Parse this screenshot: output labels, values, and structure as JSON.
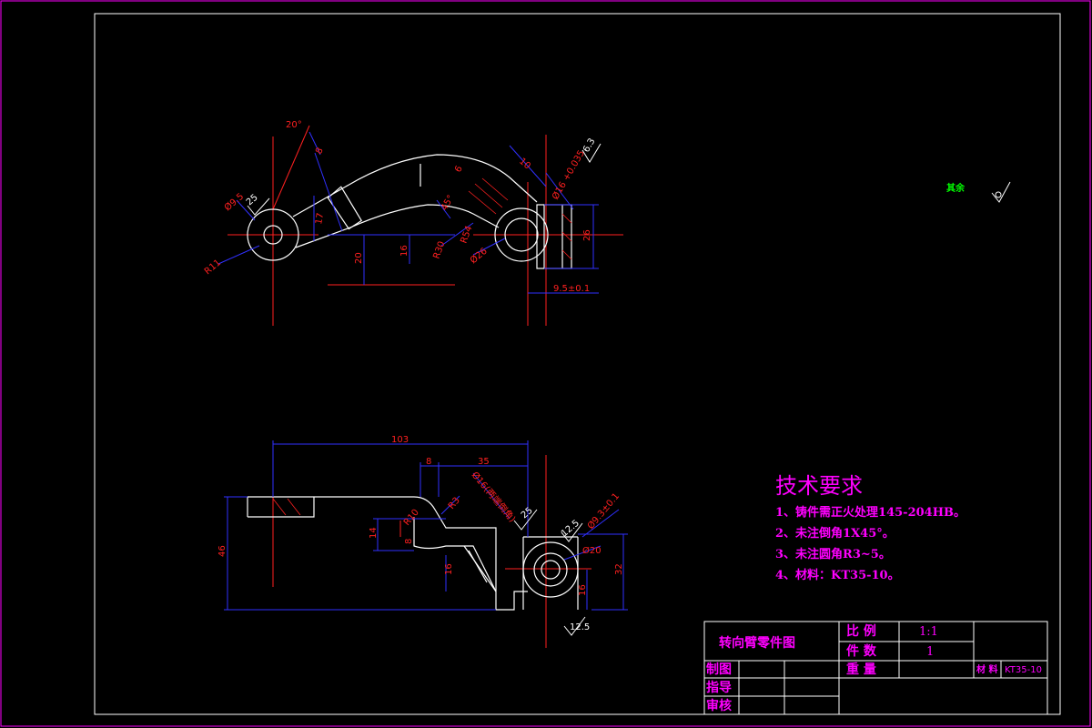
{
  "drawing": {
    "dims_top": {
      "angle_20": "20°",
      "d8": "8",
      "phi9": "Ø9.5",
      "rough_25a": "25",
      "d17": "17",
      "r11": "R11",
      "d20": "20",
      "d16a": "16",
      "r30": "R30",
      "r54": "R54",
      "angle_45": "45°",
      "d6": "6",
      "d10": "10",
      "phi16": "Ø16 +0.035",
      "phi26": "Ø26",
      "d26": "26",
      "d9_5": "9.5±0.1",
      "rough_6_3": "6.3"
    },
    "dims_bottom": {
      "d103": "103",
      "d8": "8",
      "d35": "35",
      "phi16_note": "Ø16(两端倒角)",
      "r3": "R3",
      "r10": "R10",
      "rough_25b": "25",
      "phi9_3": "Ø9.3±0.1",
      "rough_12_5a": "12.5",
      "phi20": "Ø20",
      "d46": "46",
      "d14": "14",
      "d8b": "8",
      "d16b": "16",
      "d16c": "16",
      "d32": "32",
      "rough_12_5b": "12.5"
    },
    "other_surfaces": "其余"
  },
  "tech_requirements": {
    "title": "技术要求",
    "items": [
      "1、铸件需正火处理145-204HB。",
      "2、未注倒角1X45°。",
      "3、未注圆角R3~5。",
      "4、材料：KT35-10。"
    ]
  },
  "title_block": {
    "part_name": "转向臂零件图",
    "scale_label": "比 例",
    "scale_value": "1:1",
    "quantity_label": "件 数",
    "quantity_value": "1",
    "weight_label": "重 量",
    "material_label": "材 料",
    "material_value": "KT35-10",
    "drawn_label": "制图",
    "guide_label": "指导",
    "review_label": "审核"
  }
}
